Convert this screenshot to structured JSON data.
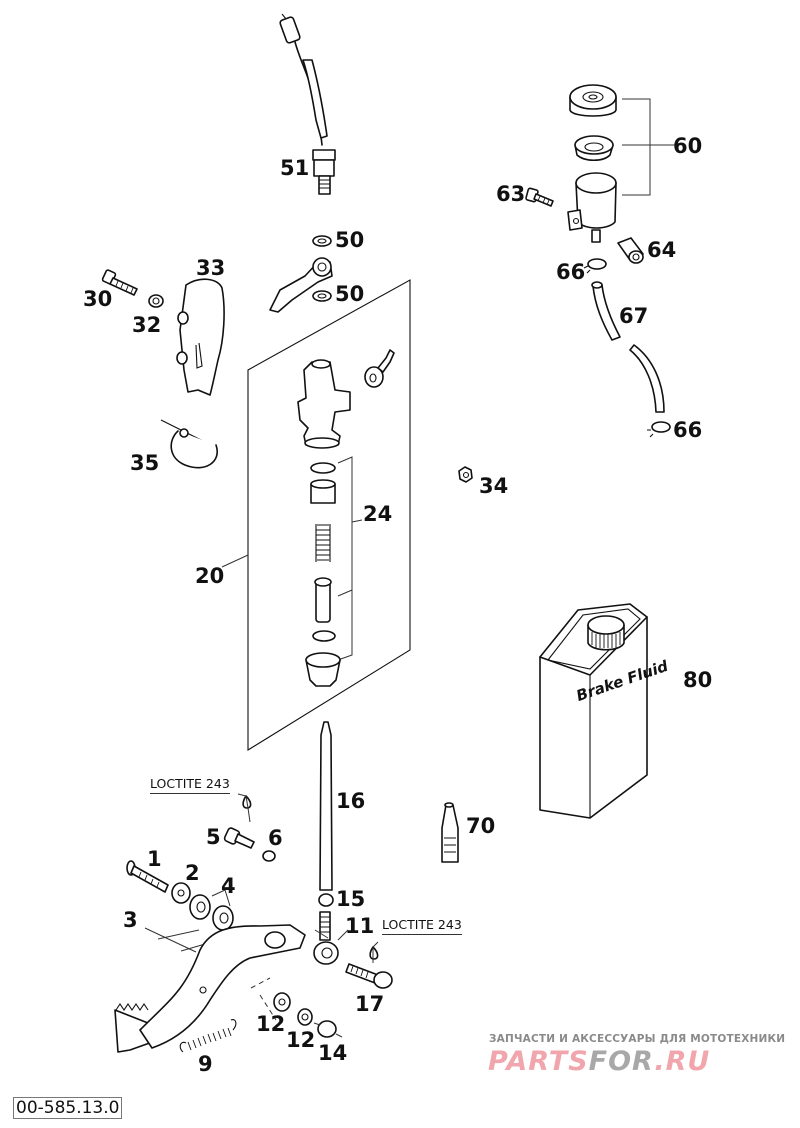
{
  "diagram": {
    "title": "Rear brake master cylinder and brake pedal exploded parts diagram",
    "drawing_code": "00-585.13.0",
    "callouts": [
      {
        "id": "c1",
        "number": "1",
        "part": "bolt"
      },
      {
        "id": "c2",
        "number": "2",
        "part": "washer"
      },
      {
        "id": "c3",
        "number": "3",
        "part": "brake pedal"
      },
      {
        "id": "c4",
        "number": "4",
        "part": "bearing"
      },
      {
        "id": "c5",
        "number": "5",
        "part": "screw"
      },
      {
        "id": "c6",
        "number": "6",
        "part": "nut"
      },
      {
        "id": "c9",
        "number": "9",
        "part": "return spring"
      },
      {
        "id": "c11",
        "number": "11",
        "part": "clevis / rod end"
      },
      {
        "id": "c12a",
        "number": "12",
        "part": "washer"
      },
      {
        "id": "c12b",
        "number": "12",
        "part": "washer"
      },
      {
        "id": "c14",
        "number": "14",
        "part": "nut"
      },
      {
        "id": "c15",
        "number": "15",
        "part": "nut"
      },
      {
        "id": "c16",
        "number": "16",
        "part": "push rod"
      },
      {
        "id": "c17",
        "number": "17",
        "part": "bolt"
      },
      {
        "id": "c20",
        "number": "20",
        "part": "master cylinder assembly"
      },
      {
        "id": "c24",
        "number": "24",
        "part": "repair kit"
      },
      {
        "id": "c30",
        "number": "30",
        "part": "screw"
      },
      {
        "id": "c32",
        "number": "32",
        "part": "nut"
      },
      {
        "id": "c33",
        "number": "33",
        "part": "protection cover"
      },
      {
        "id": "c34",
        "number": "34",
        "part": "nut"
      },
      {
        "id": "c35",
        "number": "35",
        "part": "cable tie"
      },
      {
        "id": "c50a",
        "number": "50",
        "part": "seal ring"
      },
      {
        "id": "c50b",
        "number": "50",
        "part": "seal ring"
      },
      {
        "id": "c51",
        "number": "51",
        "part": "brake light switch"
      },
      {
        "id": "c60",
        "number": "60",
        "part": "reservoir assembly"
      },
      {
        "id": "c63",
        "number": "63",
        "part": "screw"
      },
      {
        "id": "c64",
        "number": "64",
        "part": "spacer"
      },
      {
        "id": "c66a",
        "number": "66",
        "part": "hose clamp"
      },
      {
        "id": "c66b",
        "number": "66",
        "part": "hose clamp"
      },
      {
        "id": "c67",
        "number": "67",
        "part": "hose"
      },
      {
        "id": "c70",
        "number": "70",
        "part": "thread locker"
      },
      {
        "id": "c80",
        "number": "80",
        "part": "brake fluid"
      }
    ],
    "notes": [
      {
        "id": "loctite-upper",
        "text": "LOCTITE 243"
      },
      {
        "id": "loctite-lower",
        "text": "LOCTITE 243"
      }
    ],
    "container_label": "Brake Fluid"
  },
  "watermark": {
    "tagline": "ЗАПЧАСТИ И АКСЕССУАРЫ ДЛЯ МОТОТЕХНИКИ",
    "logo_part1": "PARTS",
    "logo_part2": "FOR",
    "logo_part3": ".RU",
    "color_primary": "#f0a6ac",
    "color_secondary": "#a8a8a8"
  }
}
